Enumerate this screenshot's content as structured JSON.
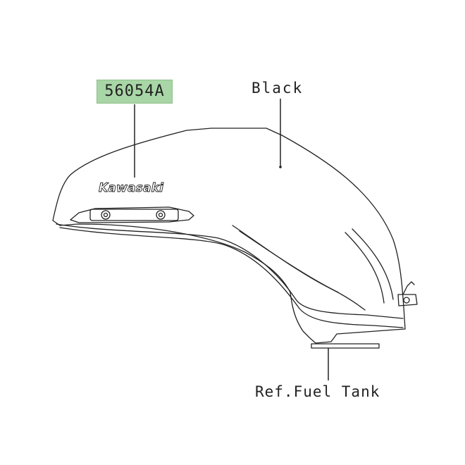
{
  "part_number": "56054A",
  "color_label": "Black",
  "reference_label": "Ref.Fuel Tank",
  "decal_text": "Kawasaki",
  "colors": {
    "part_highlight": "#a9d6a6",
    "line": "#222222",
    "background": "#ffffff"
  }
}
